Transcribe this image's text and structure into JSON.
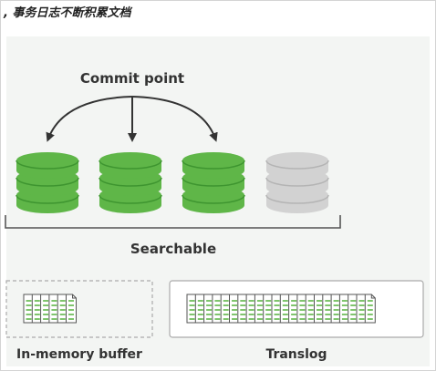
{
  "header": {
    "caption": ", 事务日志不断积累文档"
  },
  "diagram": {
    "commit_label": "Commit point",
    "searchable_label": "Searchable",
    "buffer_label": "In-memory buffer",
    "translog_label": "Translog",
    "segments": [
      {
        "state": "committed"
      },
      {
        "state": "committed"
      },
      {
        "state": "committed"
      },
      {
        "state": "uncommitted"
      }
    ],
    "buffer_docs": 6,
    "translog_docs": 22
  },
  "colors": {
    "committed_fill": "#5fb648",
    "committed_dark": "#3e9530",
    "uncommitted_fill": "#d2d2d2",
    "uncommitted_dark": "#b4b4b4",
    "doc_line": "#5fb648",
    "text": "#333333"
  }
}
